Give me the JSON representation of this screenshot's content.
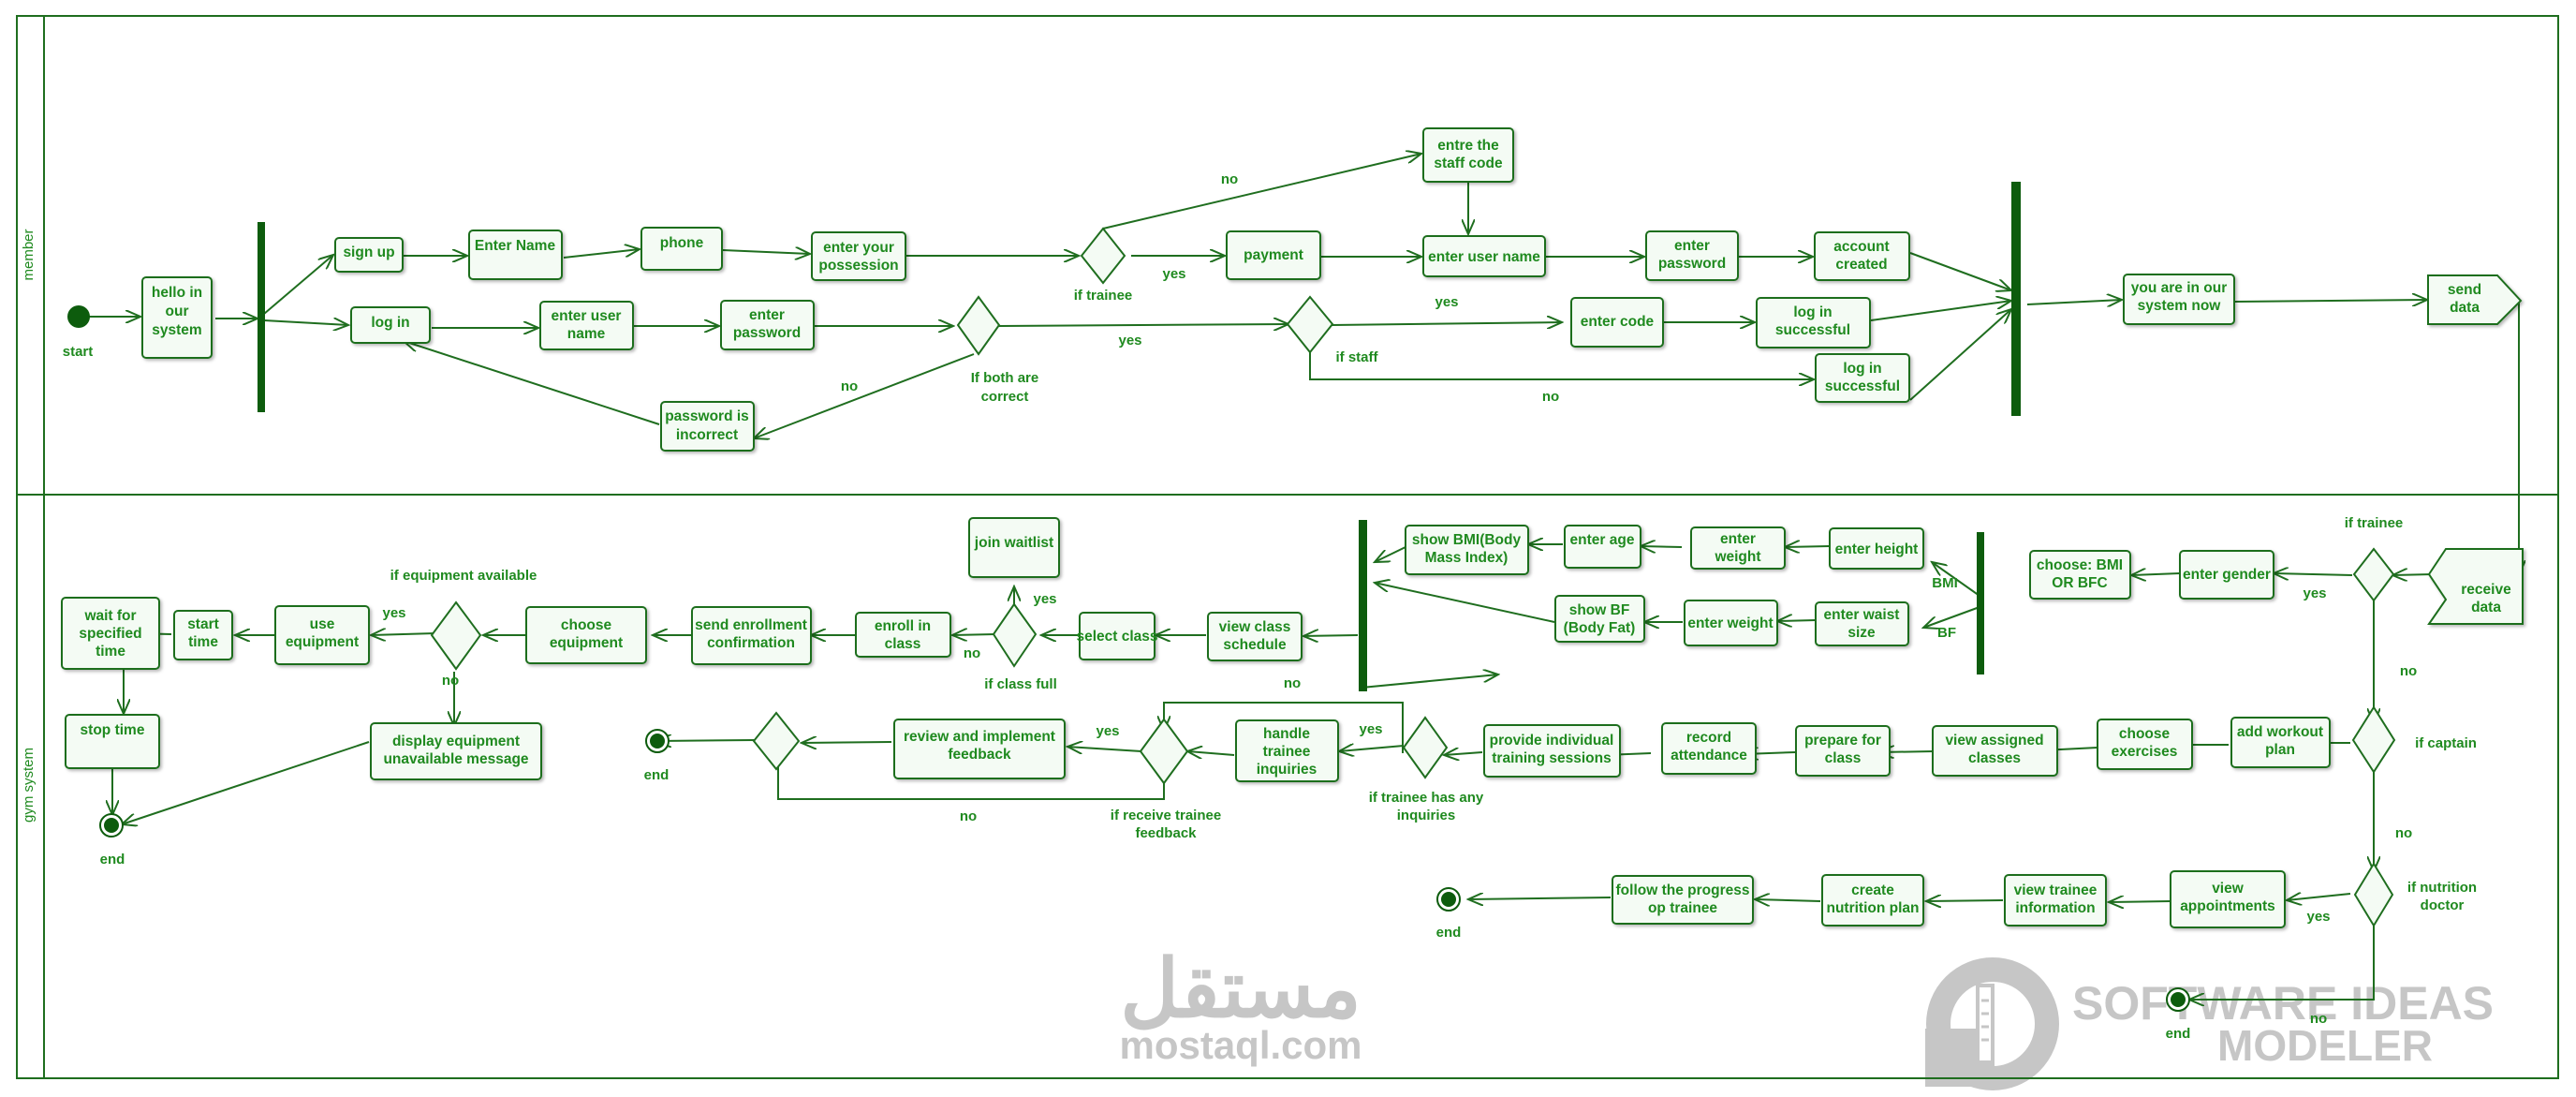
{
  "lanes": {
    "member": "member",
    "gym": "gym system"
  },
  "member": {
    "start": "start",
    "hello": [
      "hello in",
      "our",
      "system"
    ],
    "sign_up": "sign up",
    "log_in": "log in",
    "enter_name": "Enter Name",
    "phone": "phone",
    "possession": [
      "enter your",
      "possession"
    ],
    "staff_code": [
      "entre the",
      "staff code"
    ],
    "payment": "payment",
    "enter_user_name_top": "enter user name",
    "enter_password_top": [
      "enter",
      "password"
    ],
    "account_created": [
      "account",
      "created"
    ],
    "enter_user_name_login": [
      "enter user",
      "name"
    ],
    "enter_password_login": [
      "enter",
      "password"
    ],
    "enter_code": "enter code",
    "log_in_successful_1": [
      "log in",
      "successful"
    ],
    "log_in_successful_2": [
      "log in",
      "successful"
    ],
    "password_incorrect": [
      "password is",
      "incorrect"
    ],
    "you_are_in": [
      "you are in our",
      "system now"
    ],
    "send_data": [
      "send",
      "data"
    ],
    "labels": {
      "no_trainee": "no",
      "if_trainee": "if trainee",
      "yes_trainee": "yes",
      "yes_correct": "yes",
      "if_both": [
        "If both are",
        "correct"
      ],
      "no_correct": "no",
      "yes_staff": "yes",
      "if_staff": "if staff",
      "no_staff": "no"
    }
  },
  "gym": {
    "receive_data": [
      "receive",
      "data"
    ],
    "enter_gender": "enter gender",
    "choose_bmi": [
      "choose: BMI",
      "OR BFC"
    ],
    "enter_height": "enter height",
    "enter_weight_bmi": [
      "enter",
      "weight"
    ],
    "enter_age": "enter age",
    "show_bmi": [
      "show BMI(Body",
      "Mass Index)"
    ],
    "enter_waist": [
      "enter waist",
      "size"
    ],
    "enter_weight_bf": "enter weight",
    "show_bf": [
      "show BF",
      "(Body Fat)"
    ],
    "view_class_schedule": [
      "view class",
      "schedule"
    ],
    "select_class": "select class",
    "join_waitlist": "join waitlist",
    "enroll_in_class": [
      "enroll in",
      "class"
    ],
    "send_enrollment": [
      "send enrollment",
      "confirmation"
    ],
    "choose_equipment": [
      "choose",
      "equipment"
    ],
    "use_equipment": [
      "use",
      "equipment"
    ],
    "start_time": [
      "start",
      "time"
    ],
    "wait_time": [
      "wait for",
      "specified",
      "time"
    ],
    "stop_time": "stop time",
    "display_unavailable": [
      "display equipment",
      "unavailable message"
    ],
    "add_workout": [
      "add workout",
      "plan"
    ],
    "choose_exercises": [
      "choose",
      "exercises"
    ],
    "view_assigned": [
      "view assigned",
      "classes"
    ],
    "prepare_class": [
      "prepare for",
      "class"
    ],
    "record_attendance": [
      "record",
      "attendance"
    ],
    "provide_training": [
      "provide individual",
      "training sessions"
    ],
    "handle_inquiries": [
      "handle",
      "trainee",
      "inquiries"
    ],
    "review_feedback": [
      "review and implement",
      "feedback"
    ],
    "view_appointments": [
      "view",
      "appointments"
    ],
    "view_trainee_info": [
      "view trainee",
      "information"
    ],
    "create_nutrition": [
      "create",
      "nutrition plan"
    ],
    "follow_progress": [
      "follow the progress",
      "op trainee"
    ],
    "end": "end",
    "labels": {
      "if_trainee": "if trainee",
      "yes_trainee": "yes",
      "no_trainee": "no",
      "bmi": "BMI",
      "bf": "BF",
      "no_schedule": "no",
      "yes_full": "yes",
      "no_full": "no",
      "if_class_full": "if class full",
      "if_equipment": "if equipment available",
      "yes_equipment": "yes",
      "no_equipment": "no",
      "if_captain": "if captain",
      "no_captain": "no",
      "yes_inquiries": "yes",
      "if_inquiries": [
        "if trainee has any",
        "inquiries"
      ],
      "yes_feedback": "yes",
      "if_feedback": [
        "if receive trainee",
        "feedback"
      ],
      "no_feedback": "no",
      "if_nutrition": [
        "if nutrition",
        "doctor"
      ],
      "yes_nutrition": "yes",
      "no_nutrition": "no"
    }
  },
  "watermarks": {
    "mostaql_arabic": "مستقل",
    "mostaql_url": "mostaql.com",
    "sim_line1": "SOFTWARE IDEAS",
    "sim_line2": "MODELER"
  },
  "colors": {
    "stroke": "#1f6e1f",
    "text": "#1f8a1f",
    "fill": "#f4fbf4",
    "bar": "#0d5c0d",
    "watermark": "#c6c6c6"
  }
}
